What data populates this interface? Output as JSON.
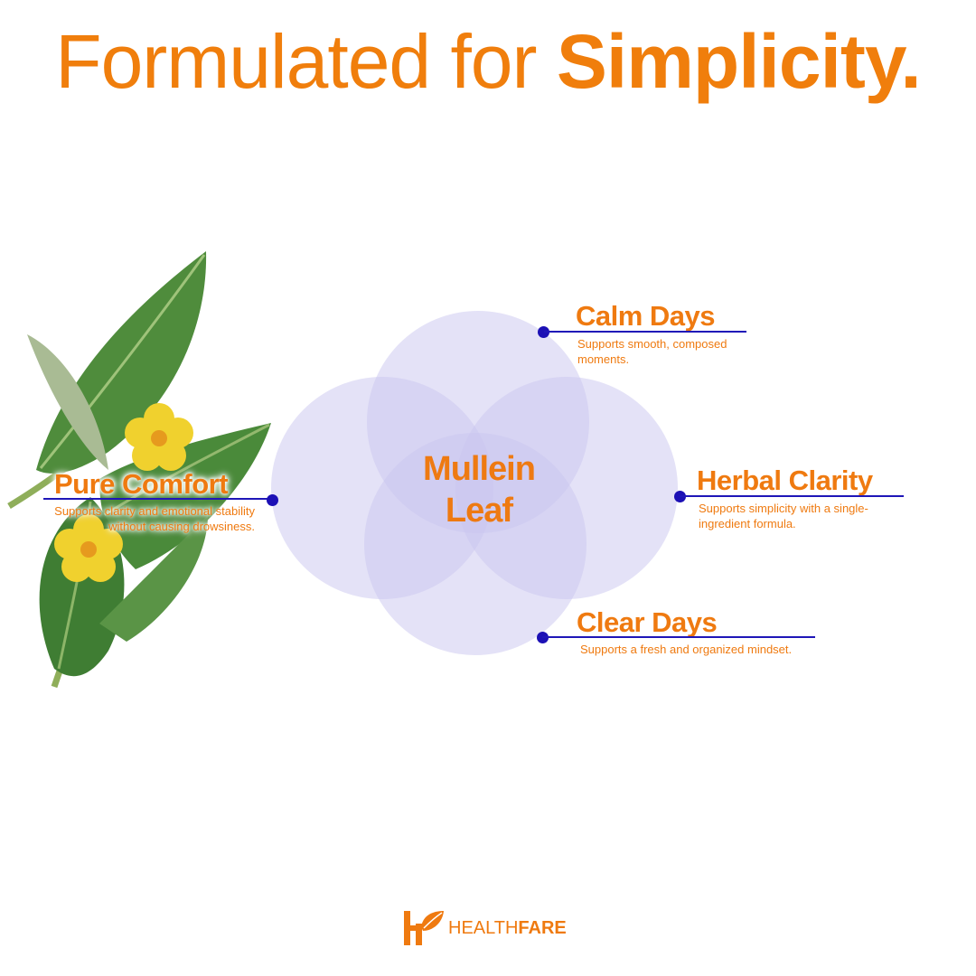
{
  "headline": {
    "light": "Formulated for ",
    "bold": "Simplicity."
  },
  "center": {
    "line1": "Mullein",
    "line2": "Leaf"
  },
  "callouts": {
    "pure_comfort": {
      "title": "Pure Comfort",
      "desc": "Supports clarity and emotional stability without causing drowsiness."
    },
    "calm_days": {
      "title": "Calm Days",
      "desc": "Supports smooth, composed moments."
    },
    "herbal_clarity": {
      "title": "Herbal Clarity",
      "desc": "Supports simplicity with a single-ingredient formula."
    },
    "clear_days": {
      "title": "Clear Days",
      "desc": "Supports a fresh and organized mindset."
    }
  },
  "brand": {
    "word_light": "HEALTH",
    "word_bold": "FARE"
  },
  "colors": {
    "accent": "#f07e0c",
    "line": "#1f16b8",
    "circle_fill": "#c9c6ef"
  },
  "icons": {
    "plant": "mullein-plant-illustration",
    "logo": "healthfare-leaf-logo"
  }
}
